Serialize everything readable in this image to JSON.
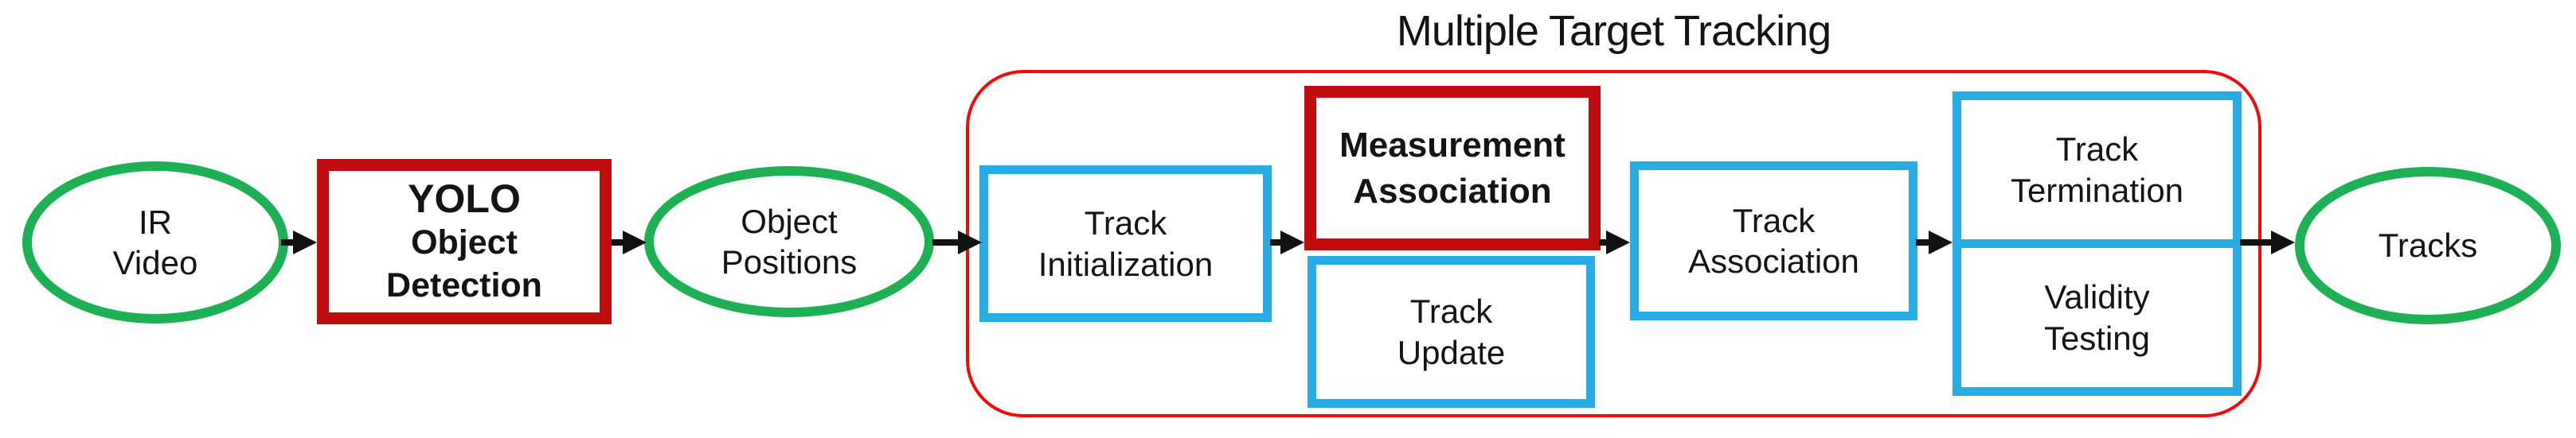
{
  "title": "Multiple Target Tracking",
  "nodes": {
    "ir_video": {
      "line1": "IR",
      "line2": "Video"
    },
    "yolo": {
      "line1": "YOLO",
      "line2": "Object Detection"
    },
    "object_positions": {
      "line1": "Object",
      "line2": "Positions"
    },
    "track_initialization": {
      "line1": "Track",
      "line2": "Initialization"
    },
    "measurement_association": {
      "line1": "Measurement",
      "line2": "Association"
    },
    "track_update": {
      "line1": "Track",
      "line2": "Update"
    },
    "track_association": {
      "line1": "Track",
      "line2": "Association"
    },
    "track_termination": {
      "line1": "Track",
      "line2": "Termination"
    },
    "validity_testing": {
      "line1": "Validity",
      "line2": "Testing"
    },
    "tracks": {
      "label": "Tracks"
    }
  },
  "colors": {
    "green": "#1DB054",
    "dark_red": "#C00D0D",
    "blue": "#29ACE3",
    "container_red": "#F70808",
    "arrow_black": "#111111",
    "text_black": "#141414"
  }
}
